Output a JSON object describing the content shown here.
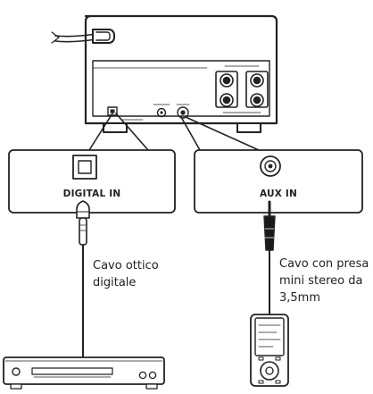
{
  "labels": {
    "digital_in": "DIGITAL IN",
    "aux_in": "AUX IN",
    "optical_cable": "Cavo ottico\ndigitale",
    "minijack_cable": "Cavo con presa\nmini stereo da\n3,5mm"
  },
  "colors": {
    "line": "#222222",
    "unit_fill": "#ffffff",
    "callout_fill": "#ffffff",
    "jack_fill": "#1a1a1a"
  },
  "icons": {
    "unit": "speaker-unit-rear-panel-icon",
    "optical_port": "optical-port-icon",
    "aux_port": "aux-jack-icon",
    "optical_plug": "optical-plug-icon",
    "minijack_plug": "minijack-plug-icon",
    "cd_player": "cd-player-icon",
    "portable_player": "portable-player-icon"
  }
}
